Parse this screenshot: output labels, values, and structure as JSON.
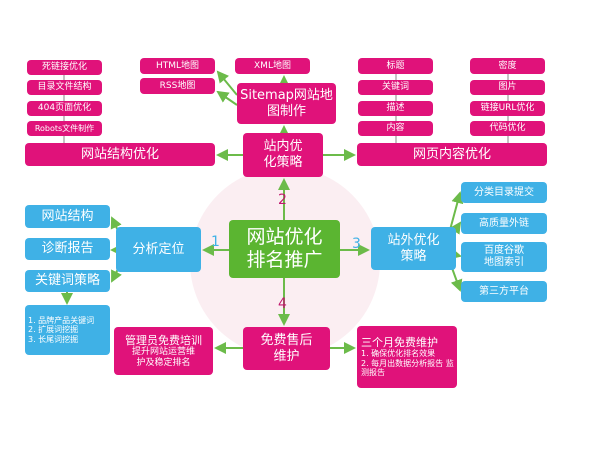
{
  "center": "网站优化排名推广",
  "numbers": [
    "1",
    "2",
    "3",
    "4"
  ],
  "onsite": {
    "title": "站内优化策略",
    "sitemap": "Sitemap网站地图制作",
    "html_map": "HTML地图",
    "rss_map": "RSS地图",
    "xml_map": "XML地图",
    "structure": {
      "title": "网站结构优化",
      "items": [
        "死链接优化",
        "目录文件结构",
        "404页面优化",
        "Robots文件制作"
      ]
    },
    "content": {
      "title": "网页内容优化",
      "left_items": [
        "标题",
        "关键词",
        "描述",
        "内容"
      ],
      "right_items": [
        "密度",
        "图片",
        "链接URL优化",
        "代码优化"
      ]
    }
  },
  "analysis": {
    "title": "分析定位",
    "items": [
      "网站结构",
      "诊断报告",
      "关键词策略"
    ],
    "keyword_list": [
      "1. 品牌产品关键词",
      "2. 扩展词挖掘",
      "3. 长尾词挖掘"
    ]
  },
  "offsite": {
    "title": "站外优化策略",
    "items": [
      "分类目录提交",
      "高质量外链",
      "百度谷歌地图索引",
      "第三方平台"
    ]
  },
  "aftersale": {
    "title": "免费售后维护",
    "training": {
      "title": "管理员免费培训",
      "desc": "提升网站运营维护及稳定排名"
    },
    "maintenance": {
      "title": "三个月免费维护",
      "items": [
        "1. 确保优化排名效果",
        "2. 每月出数据分析报告 监测报告"
      ]
    }
  },
  "colors": {
    "pink": "#e0127a",
    "blue": "#3fb1e6",
    "green": "#5bb531",
    "arrow": "#6cbb4a"
  }
}
